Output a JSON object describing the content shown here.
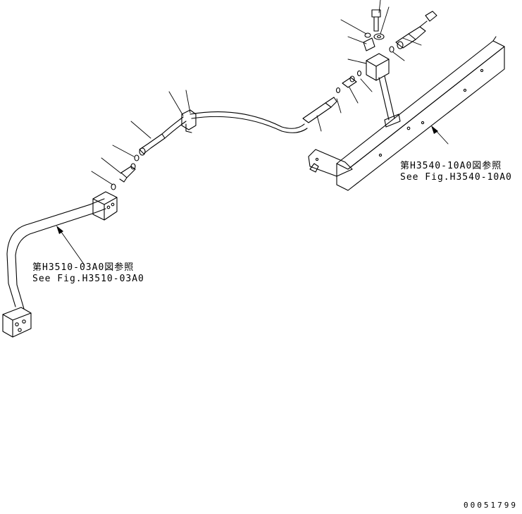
{
  "references": [
    {
      "jp": "第H3540-10A0図参照",
      "en": "See Fig.H3540-10A0"
    },
    {
      "jp": "第H3510-03A0図参照",
      "en": "See Fig.H3510-03A0"
    }
  ],
  "drawing_number": "00051799",
  "colors": {
    "line": "#000000",
    "background": "#ffffff"
  }
}
